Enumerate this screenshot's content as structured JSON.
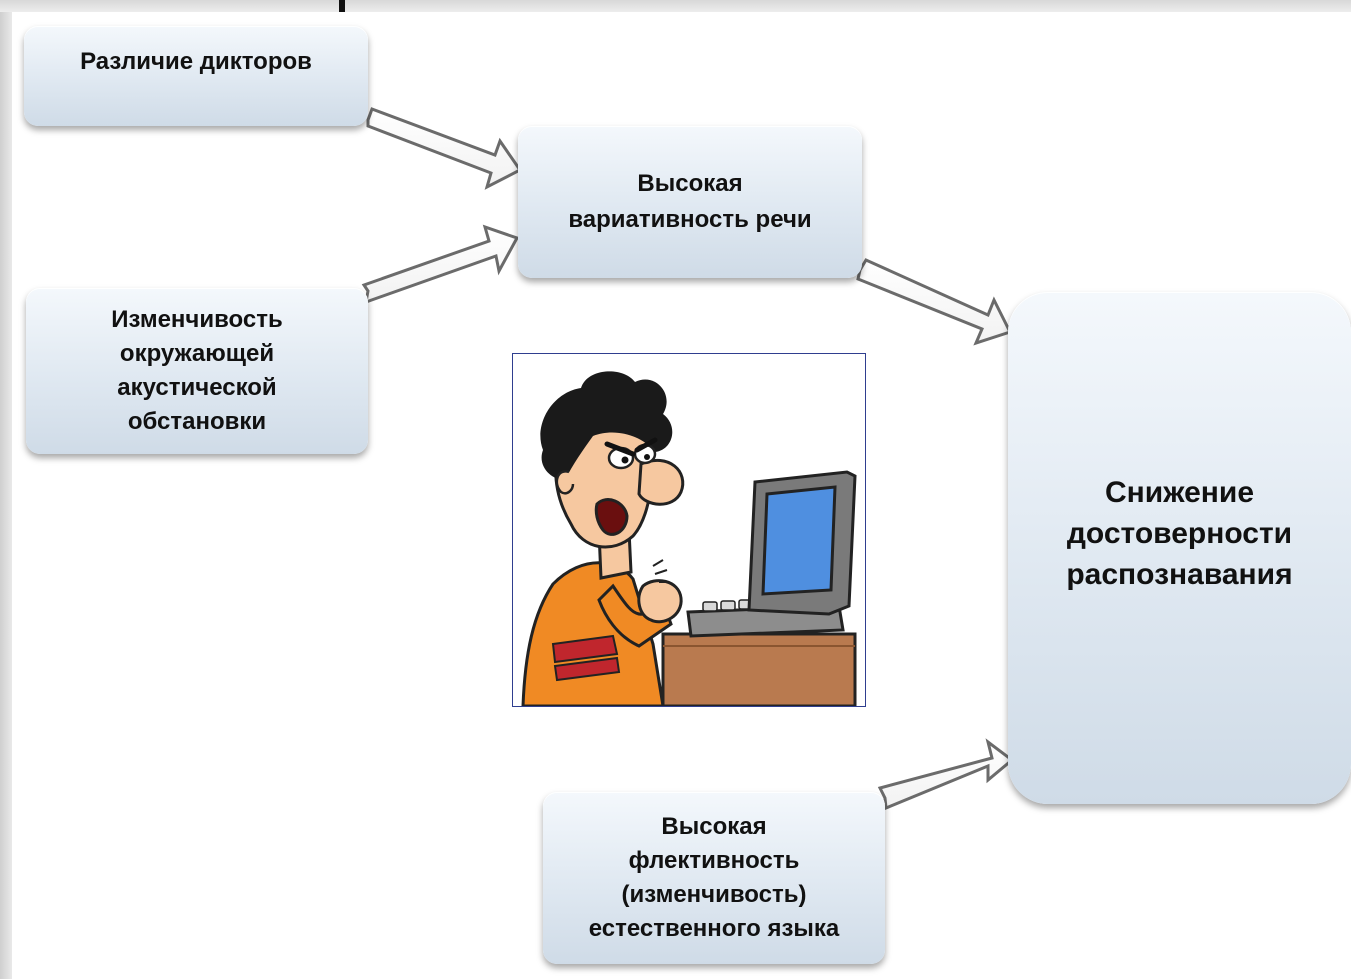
{
  "diagram": {
    "boxes": {
      "speaker_differences": "Различие дикторов",
      "acoustic_environment": "Изменчивость\nокружающей\nакустической\nобстановки",
      "speech_variability": "Высокая\nвариативность  речи",
      "recognition_reliability": "Снижение\nдостоверности\nраспознавания",
      "language_inflection": "Высокая\nфлективность\n(изменчивость)\nестественного  языка"
    },
    "illustration": "angry-man-at-computer"
  }
}
